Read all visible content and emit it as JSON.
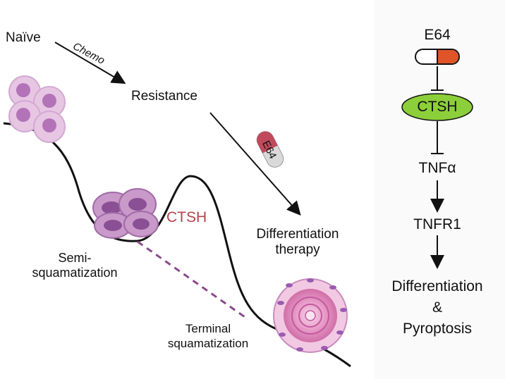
{
  "left": {
    "naive": "Naïve",
    "chemo": "Chemo",
    "resistance": "Resistance",
    "semi_line1": "Semi-",
    "semi_line2": "squamatization",
    "ctsh": "CTSH",
    "terminal_line1": "Terminal",
    "terminal_line2": "squamatization",
    "diff_line1": "Differentiation",
    "diff_line2": "therapy",
    "capsule_label": "E64"
  },
  "right": {
    "e64": "E64",
    "ctsh": "CTSH",
    "tnfa": "TNFα",
    "tnfr1": "TNFR1",
    "out_line1": "Differentiation",
    "out_line2": "&",
    "out_line3": "Pyroptosis"
  },
  "colors": {
    "ctsh_text": "#b5424b",
    "dashed_line": "#8a4a8a",
    "ctsh_oval": "#8ccf3a",
    "capsule_red": "#e0542a",
    "pill_red": "#c04a5c"
  }
}
